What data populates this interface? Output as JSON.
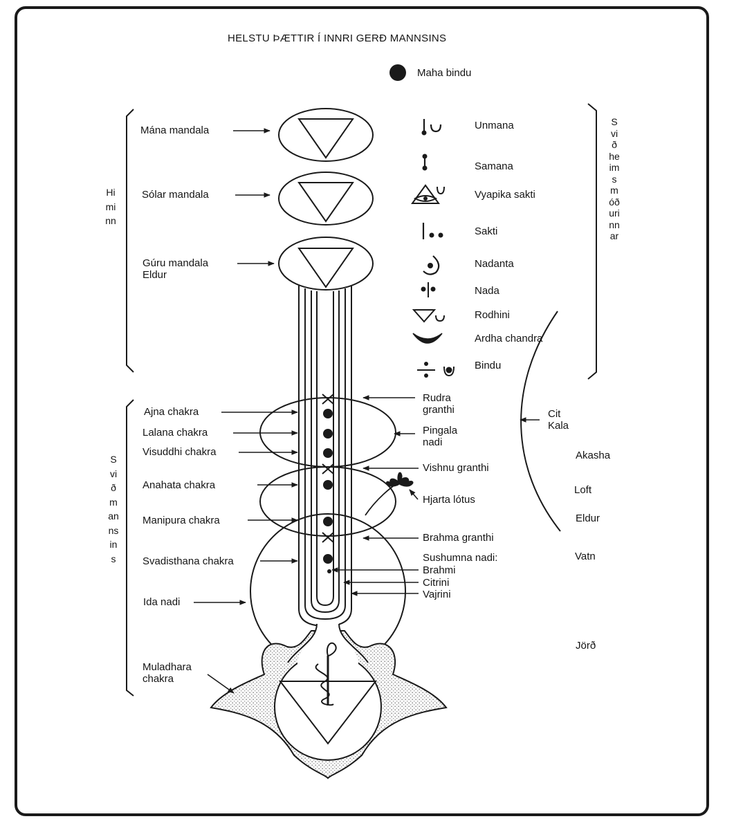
{
  "title": "HELSTU ÞÆTTIR Í INNRI GERÐ MANNSINS",
  "maha_bindu": "Maha bindu",
  "mandalas": {
    "mana": "Mána mandala",
    "solar": "Sólar mandala",
    "guru": "Gúru mandala",
    "eldur": "Eldur"
  },
  "symbols": [
    "Unmana",
    "Samana",
    "Vyapika sakti",
    "Sakti",
    "Nadanta",
    "Nada",
    "Rodhini",
    "Ardha chandra",
    "Bindu"
  ],
  "brackets": {
    "himinn": "Himinn",
    "svid_heimsmodurinnar": "Svið heimsmóðurinnar",
    "svid_mannsins": "Svið mannsins"
  },
  "chakras": {
    "ajna": "Ajna chakra",
    "lalana": "Lalana chakra",
    "visuddhi": "Visuddhi chakra",
    "anahata": "Anahata chakra",
    "manipura": "Manipura chakra",
    "svadisthana": "Svadisthana chakra",
    "ida": "Ida nadi",
    "muladhara_line1": "Muladhara",
    "muladhara_line2": "chakra"
  },
  "right_labels": {
    "rudra1": "Rudra",
    "rudra2": "granthi",
    "pingala1": "Pingala",
    "pingala2": "nadi",
    "vishnu": "Vishnu granthi",
    "hjarta": "Hjarta lótus",
    "brahma": "Brahma granthi",
    "sushumna": "Sushumna nadi:",
    "brahmi": "Brahmi",
    "citrini": "Citrini",
    "vajrini": "Vajrini"
  },
  "cit_kala": {
    "cit": "Cit",
    "kala": "Kala"
  },
  "elements": [
    "Akasha",
    "Loft",
    "Eldur",
    "Vatn",
    "Jörð"
  ]
}
